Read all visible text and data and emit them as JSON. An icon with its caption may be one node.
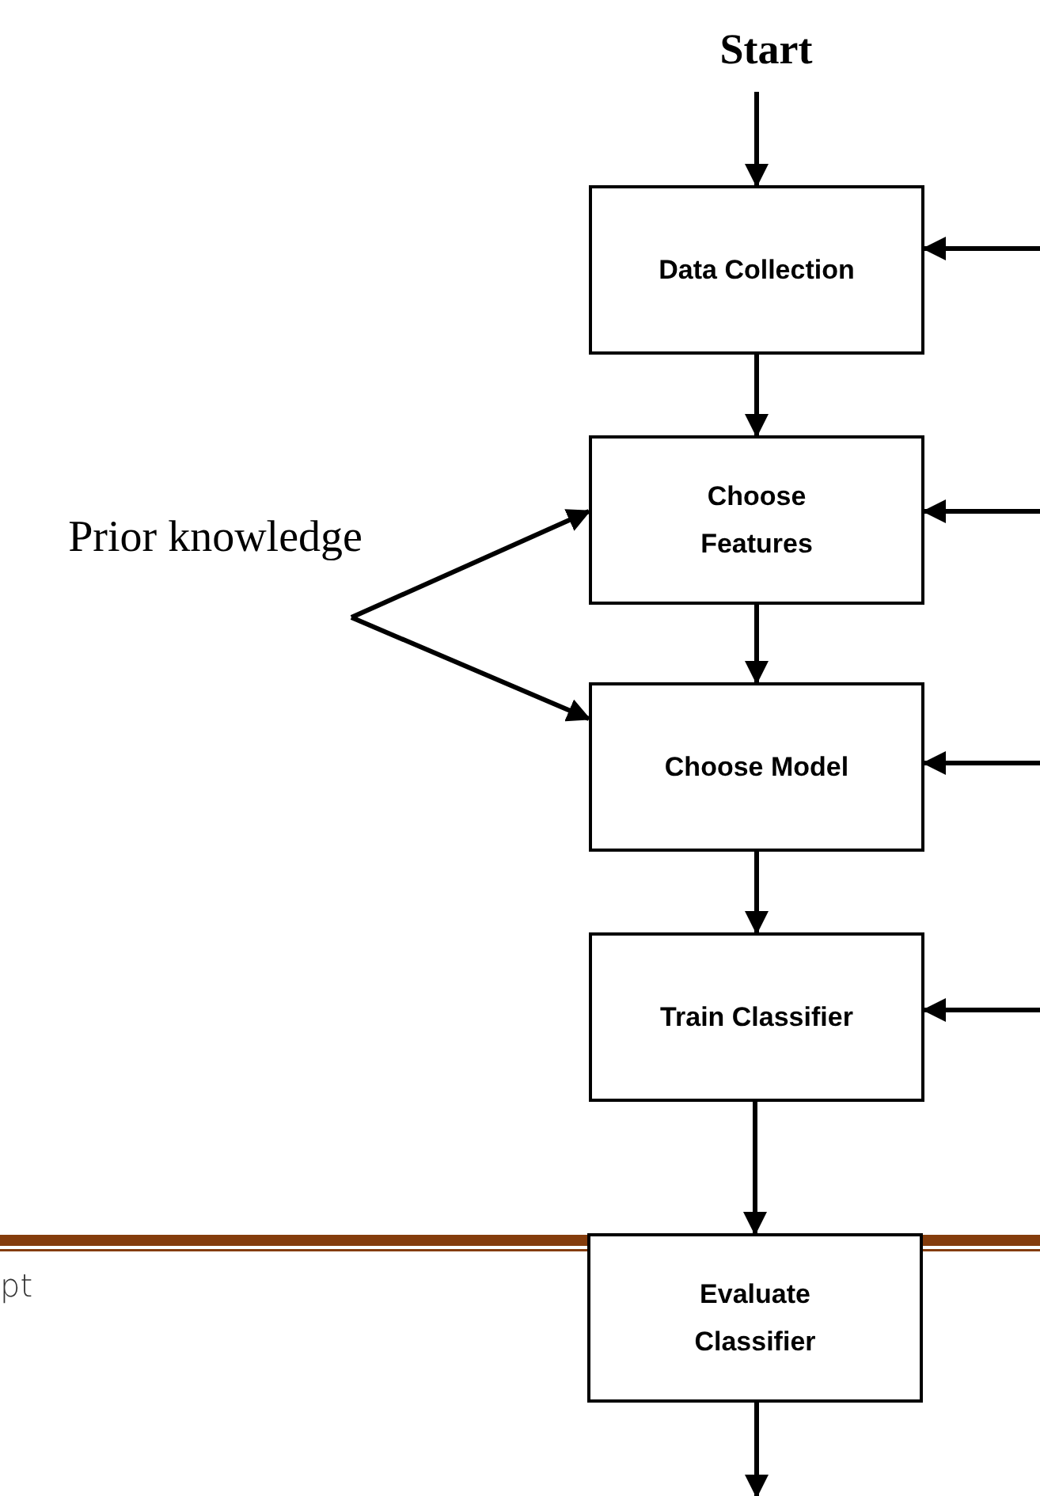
{
  "diagram": {
    "nodes": [
      {
        "text": [
          "Start"
        ]
      },
      {
        "text": [
          "Data Collection"
        ]
      },
      {
        "text": [
          "Choose Features"
        ]
      },
      {
        "text": [
          "Choose Model"
        ]
      },
      {
        "text": [
          "Train Classifier"
        ]
      },
      {
        "text": [
          "Evaluate Classifier"
        ]
      },
      {
        "text": [
          "Prior knowledge"
        ]
      }
    ],
    "edges": [
      {
        "from": 0,
        "to": 1,
        "arrow": "to"
      },
      {
        "from": 1,
        "to": 2,
        "arrow": "to"
      },
      {
        "from": 2,
        "to": 3,
        "arrow": "to"
      },
      {
        "from": 3,
        "to": 4,
        "arrow": "to"
      },
      {
        "from": 4,
        "to": 5,
        "arrow": "to"
      },
      {
        "from": 5,
        "to": null,
        "arrow": "to"
      },
      {
        "from": null,
        "to": 1,
        "arrow": "to"
      },
      {
        "from": null,
        "to": 2,
        "arrow": "to"
      },
      {
        "from": null,
        "to": 3,
        "arrow": "to"
      },
      {
        "from": null,
        "to": 4,
        "arrow": "to"
      },
      {
        "from": 6,
        "to": 2,
        "arrow": "to"
      },
      {
        "from": 6,
        "to": 3,
        "arrow": "to"
      }
    ],
    "labels": [
      "pt"
    ]
  }
}
